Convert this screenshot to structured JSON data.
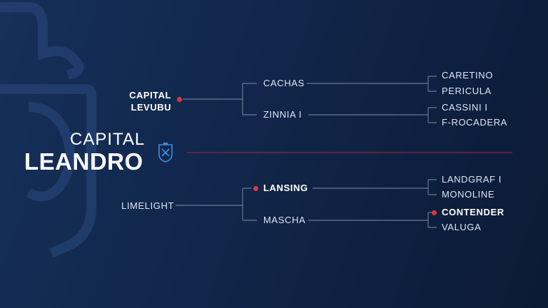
{
  "subject": {
    "name_line1": "CAPITAL",
    "name_line2": "LEANDRO"
  },
  "sire": {
    "name": "CAPITAL\nLEVUBU"
  },
  "dam": {
    "name": "LIMELIGHT"
  },
  "grandparents": {
    "sire_sire": "CACHAS",
    "sire_dam": "ZINNIA I",
    "dam_sire": "LANSING",
    "dam_dam": "MASCHA"
  },
  "great_grandparents": {
    "g1": "CARETINO",
    "g2": "PERICULA",
    "g3": "CASSINI I",
    "g4": "F-ROCADERA",
    "g5": "LANDGRAF I",
    "g6": "MONOLINE",
    "g7": "CONTENDER",
    "g8": "VALUGA"
  },
  "colors": {
    "accent": "#e0363c",
    "line": "#7f8ea8",
    "background": "#11264a"
  },
  "icons": {
    "logo": "brand-shield-icon",
    "background": "horse-head-crest-icon"
  }
}
